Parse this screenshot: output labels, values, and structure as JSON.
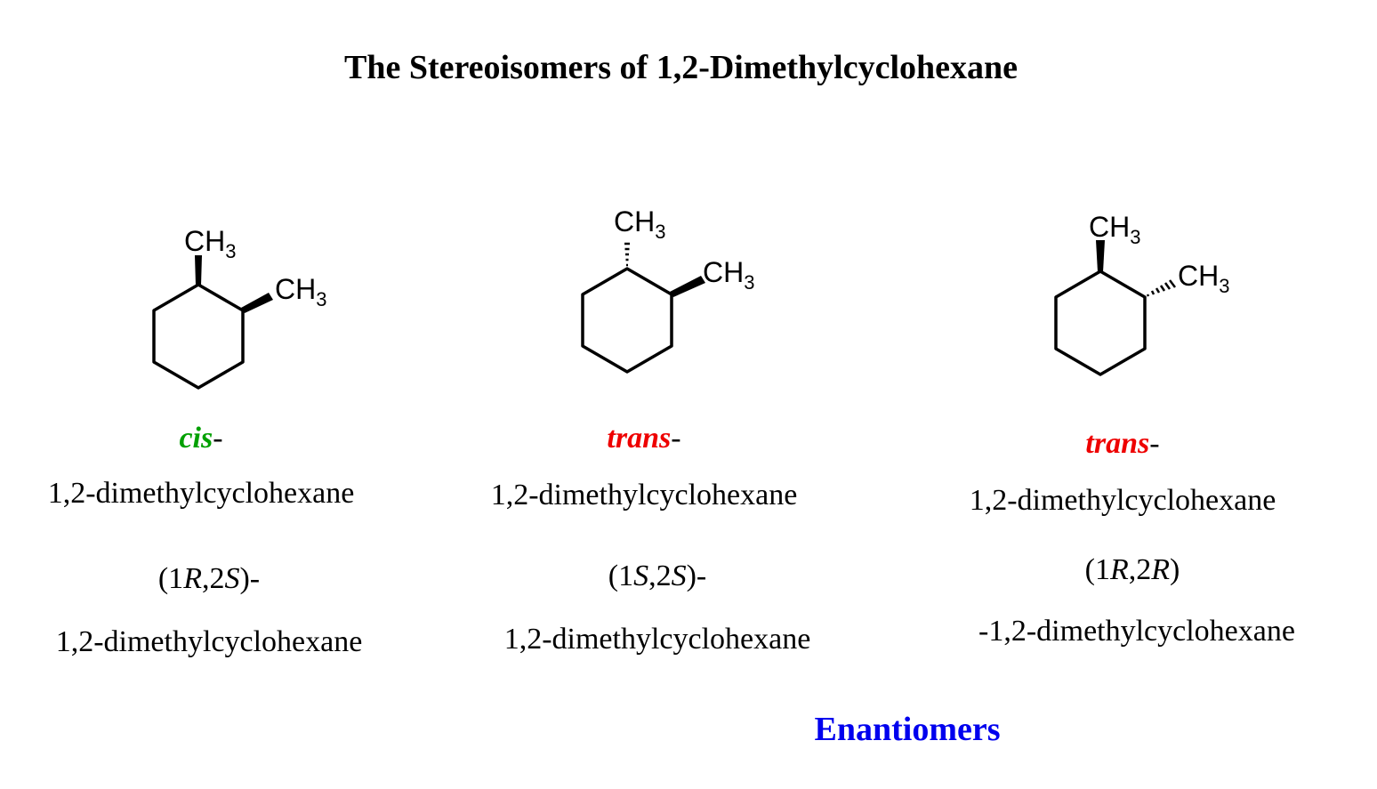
{
  "title": "The Stereoisomers of 1,2-Dimethylcyclohexane",
  "colors": {
    "cis": "#00a000",
    "trans": "#ee0000",
    "enantiomers": "#0000ee"
  },
  "structure_label": {
    "main": "CH",
    "sub": "3"
  },
  "molecules": [
    {
      "descriptor": "cis",
      "descriptor_suffix": "-",
      "name": "1,2-dimethylcyclohexane",
      "config_open": "(1",
      "c1": "R",
      "config_mid": ",2",
      "c2": "S",
      "config_close": ")-",
      "full_name": "1,2-dimethylcyclohexane",
      "bond_c1": "wedge",
      "bond_c2": "wedge"
    },
    {
      "descriptor": "trans",
      "descriptor_suffix": "-",
      "name": "1,2-dimethylcyclohexane",
      "config_open": "(1",
      "c1": "S",
      "config_mid": ",2",
      "c2": "S",
      "config_close": ")-",
      "full_name": "1,2-dimethylcyclohexane",
      "bond_c1": "hash",
      "bond_c2": "wedge"
    },
    {
      "descriptor": "trans",
      "descriptor_suffix": "-",
      "name": "1,2-dimethylcyclohexane",
      "config_open": "(1",
      "c1": "R",
      "config_mid": ",2",
      "c2": "R",
      "config_close": ")",
      "full_name": "-1,2-dimethylcyclohexane",
      "bond_c1": "wedge",
      "bond_c2": "hash"
    }
  ],
  "enantiomers_label": "Enantiomers"
}
